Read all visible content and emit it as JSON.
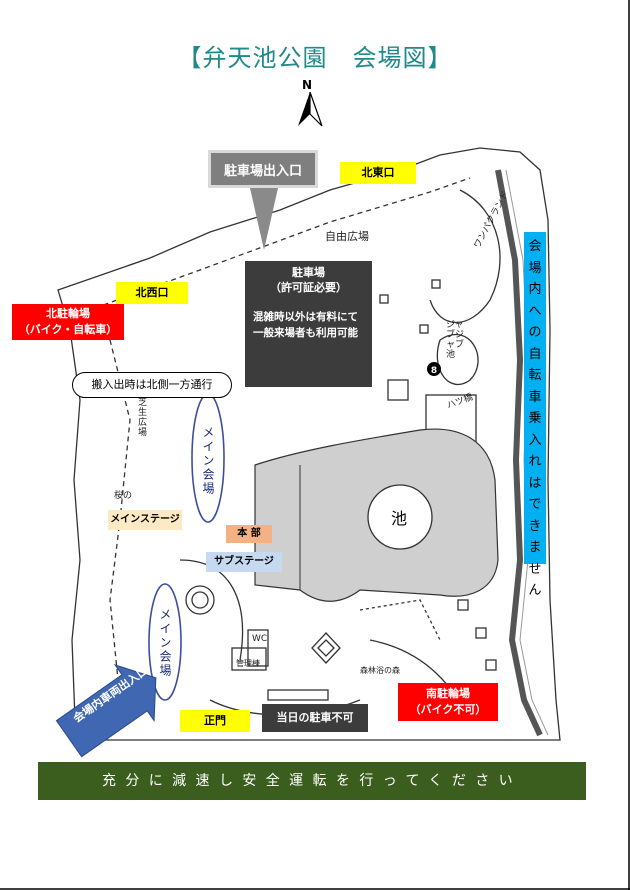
{
  "title": "【弁天池公園　会場図】",
  "north_label": "N",
  "labels": {
    "parking_entrance": "駐車場出入口",
    "parking_title": "駐車場",
    "parking_permit": "（許可証必要）",
    "parking_note": "混雑時以外は有料にて一般来場者も利用可能",
    "north_east_gate": "北東口",
    "north_west_gate": "北西口",
    "north_bike_parking": "北駐輪場",
    "north_bike_detail": "（バイク・自転車）",
    "exit_notice": "搬入出時は北側一方通行",
    "main_venue_1": "メイン会場",
    "main_venue_2": "メイン会場",
    "main_stage": "メインステージ",
    "hq": "本 部",
    "sub_stage": "サブステージ",
    "pond": "池",
    "vehicle_entrance": "会場内車両出入口",
    "main_gate": "正門",
    "no_parking_today": "当日の駐車不可",
    "south_bike_parking": "南駐輪場",
    "south_bike_detail": "（バイク不可）",
    "no_bicycles": "会場内への自転車乗入れはできません",
    "free_plaza": "自由広場",
    "one_park_land": "ワンパクランド",
    "jabu_pond": "ジャブジャブ池",
    "hattsu_bridge": "ハツ橋",
    "lawn_plaza": "芝生広場",
    "sakura": "桜の",
    "management": "管理棟",
    "forest_sound": "森林浴の森",
    "wc": "WC",
    "footer": "充分に減速し安全運転を行ってください"
  },
  "colors": {
    "title": "#1f8a8a",
    "yellow": "#ffff00",
    "red": "#ff0000",
    "dark": "#3c3c3c",
    "blue": "#00b0f0",
    "footer": "#3b5e1f",
    "sub_stage_bg": "#c5d9f1",
    "hq_bg": "#f4b183",
    "main_stage_bg": "#fde9c4"
  }
}
